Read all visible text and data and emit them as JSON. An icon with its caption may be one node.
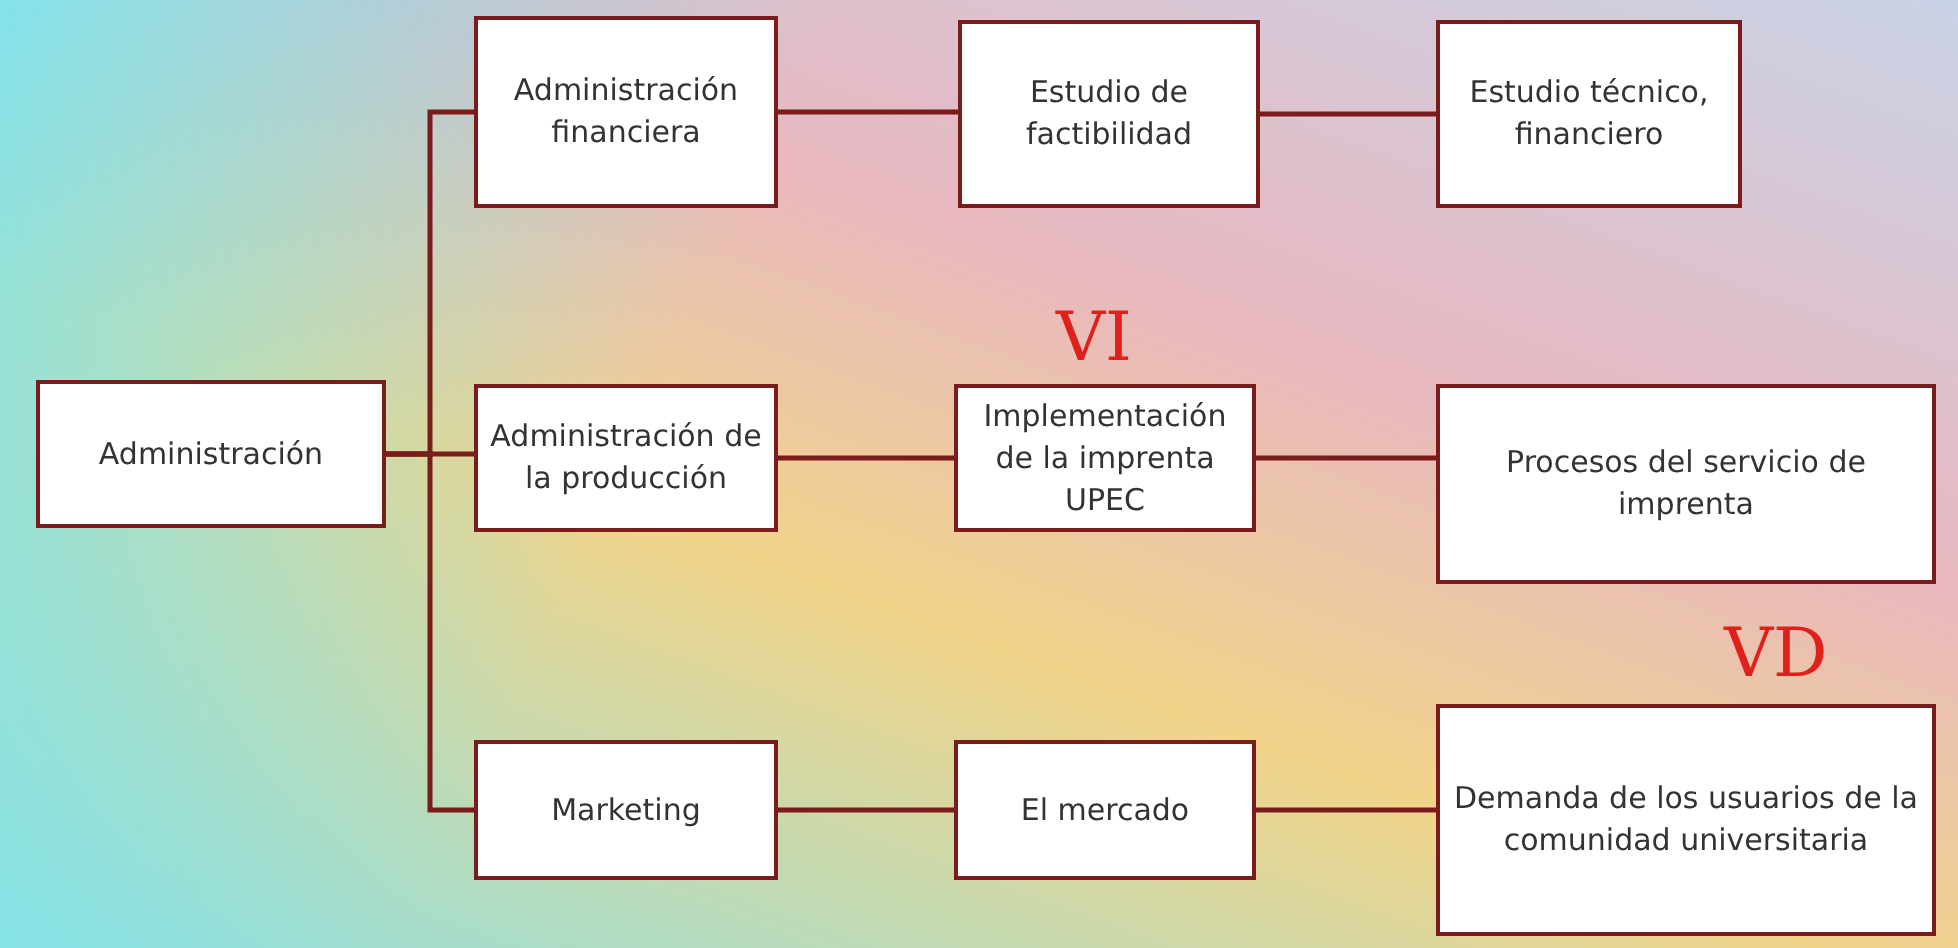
{
  "diagram": {
    "nodes": [
      {
        "text": [
          "Administración"
        ]
      },
      {
        "text": [
          "Administración financiera"
        ]
      },
      {
        "text": [
          "Estudio de factibilidad"
        ]
      },
      {
        "text": [
          "Estudio técnico, financiero"
        ]
      },
      {
        "text": [
          "Administración de la producción"
        ]
      },
      {
        "text": [
          "Implementación de la imprenta UPEC"
        ]
      },
      {
        "text": [
          "Procesos del servicio de imprenta"
        ]
      },
      {
        "text": [
          "Marketing"
        ]
      },
      {
        "text": [
          "El mercado"
        ]
      },
      {
        "text": [
          "Demanda de los usuarios de la comunidad universitaria"
        ]
      }
    ],
    "edges": [
      {
        "from": 0,
        "to": 1,
        "arrow": "none"
      },
      {
        "from": 0,
        "to": 4,
        "arrow": "none"
      },
      {
        "from": 0,
        "to": 7,
        "arrow": "none"
      },
      {
        "from": 1,
        "to": 2,
        "arrow": "none"
      },
      {
        "from": 2,
        "to": 3,
        "arrow": "none"
      },
      {
        "from": 4,
        "to": 5,
        "arrow": "none"
      },
      {
        "from": 5,
        "to": 6,
        "arrow": "none"
      },
      {
        "from": 7,
        "to": 8,
        "arrow": "none"
      },
      {
        "from": 8,
        "to": 9,
        "arrow": "none"
      }
    ],
    "labels": [
      "VI",
      "VD"
    ]
  }
}
